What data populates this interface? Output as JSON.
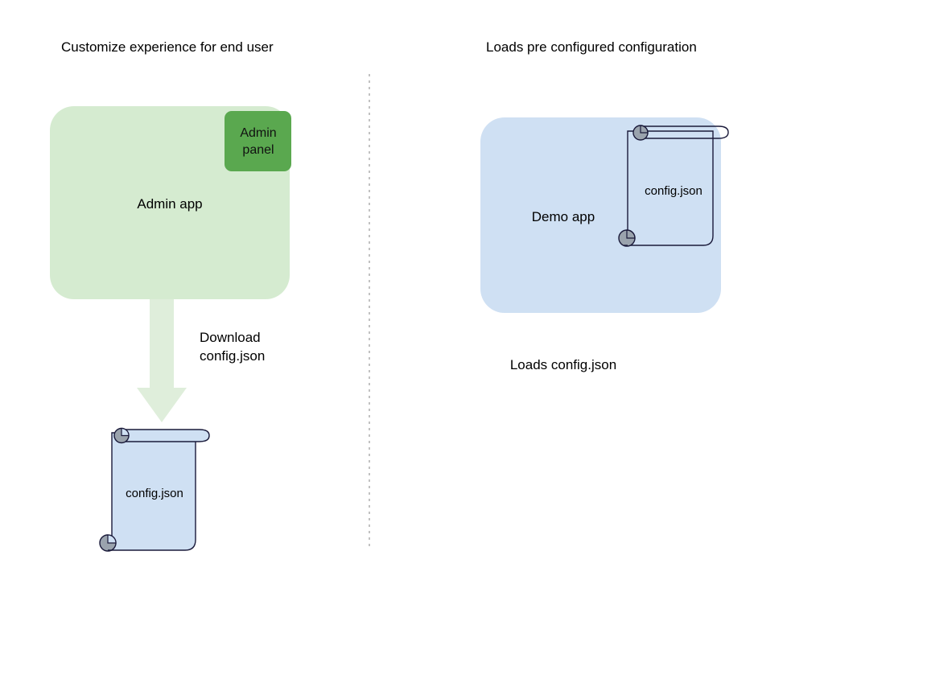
{
  "diagram": {
    "title_left": "Customize experience for end user",
    "title_right": "Loads pre configured configuration",
    "colors": {
      "admin_app_fill": "#d5ebd0",
      "admin_panel_fill": "#5aa84f",
      "demo_app_fill": "#cfe0f3",
      "document_fill": "#cfe0f3",
      "document_stroke": "#1a1a3a",
      "roll_fill": "#9aa3ad",
      "arrow_fill": "#dfeedb",
      "divider": "#9a9a9a",
      "text": "#000000"
    },
    "left_panel": {
      "heading": "Customize experience for end user",
      "app_box_label": "Admin app",
      "panel_badge_label": "Admin\npanel",
      "arrow_label": "Download\nconfig.json",
      "document_label": "config.json"
    },
    "right_panel": {
      "heading": "Loads pre configured configuration",
      "app_box_label": "Demo app",
      "document_label": "config.json",
      "caption": "Loads config.json"
    },
    "divider": {
      "name": "vertical-dotted-divider",
      "orientation": "vertical"
    },
    "icons": {
      "document_scroll": "scroll-document-icon",
      "down_arrow": "down-block-arrow-icon"
    }
  }
}
